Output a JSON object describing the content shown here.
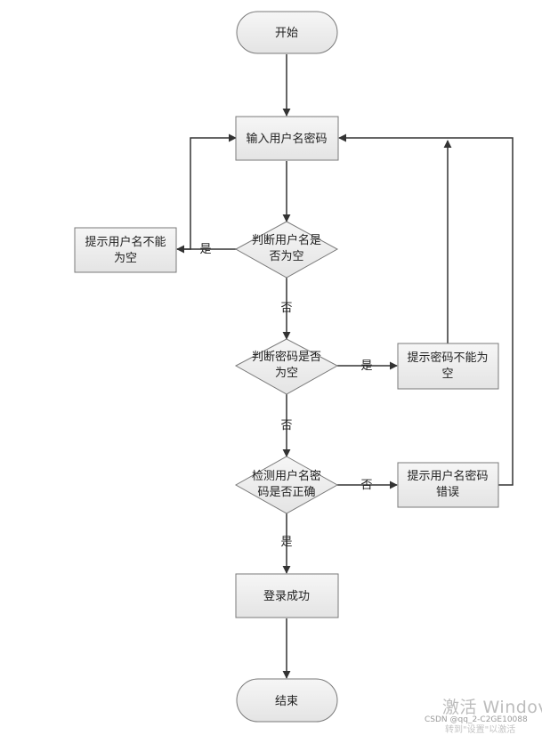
{
  "diagram": {
    "start": "开始",
    "input": "输入用户名密码",
    "check_username_empty": {
      "line1": "判断用户名是",
      "line2": "否为空"
    },
    "prompt_username_empty": {
      "line1": "提示用户名不能",
      "line2": "为空"
    },
    "check_password_empty": {
      "line1": "判断密码是否",
      "line2": "为空"
    },
    "prompt_password_empty": {
      "line1": "提示密码不能为",
      "line2": "空"
    },
    "check_credentials": {
      "line1": "检测用户名密",
      "line2": "码是否正确"
    },
    "prompt_credentials_error": {
      "line1": "提示用户名密码",
      "line2": "错误"
    },
    "login_success": "登录成功",
    "end": "结束",
    "label_yes": "是",
    "label_no": "否"
  },
  "watermark": {
    "activate": "激活 Windov",
    "csdn": "CSDN @qq_2-C2GE10088",
    "settings": "转到\"设置\"以激活"
  },
  "colors": {
    "node_fill": "#ececec",
    "node_stroke": "#7a7a7a",
    "arrow": "#333333"
  }
}
